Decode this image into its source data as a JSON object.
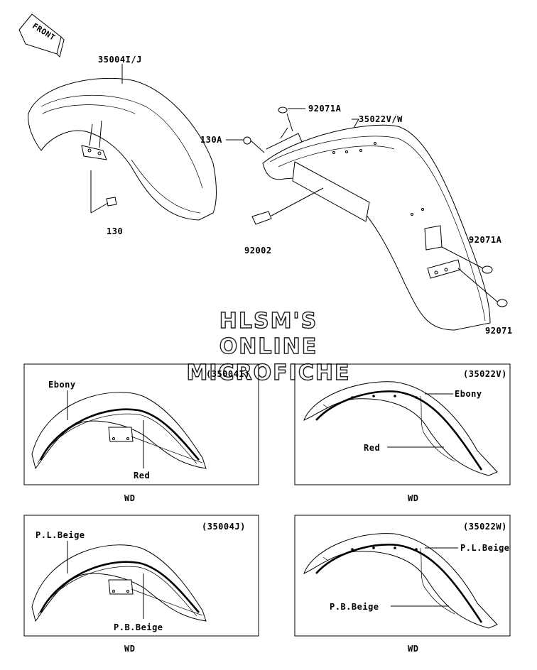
{
  "front_label": "FRONT",
  "callouts": {
    "front_fender": "35004I/J",
    "rear_fender": "35022V/W",
    "bolt_front": "130",
    "bolt_rear": "130A",
    "grommet_top": "92071A",
    "bolt_side": "92002",
    "grommet_right": "92071A",
    "grommet_bottom": "92071"
  },
  "watermark": [
    "HLSM'S",
    "ONLINE",
    "MICROFICHE"
  ],
  "panels": [
    {
      "code": "(35004I)",
      "stripe_outer": "Ebony",
      "stripe_inner": "Red",
      "caption": "WD"
    },
    {
      "code": "(35022V)",
      "stripe_outer": "Ebony",
      "stripe_inner": "Red",
      "caption": "WD"
    },
    {
      "code": "(35004J)",
      "stripe_outer": "P.L.Beige",
      "stripe_inner": "P.B.Beige",
      "caption": "WD"
    },
    {
      "code": "(35022W)",
      "stripe_outer": "P.L.Beige",
      "stripe_inner": "P.B.Beige",
      "caption": "WD"
    }
  ]
}
